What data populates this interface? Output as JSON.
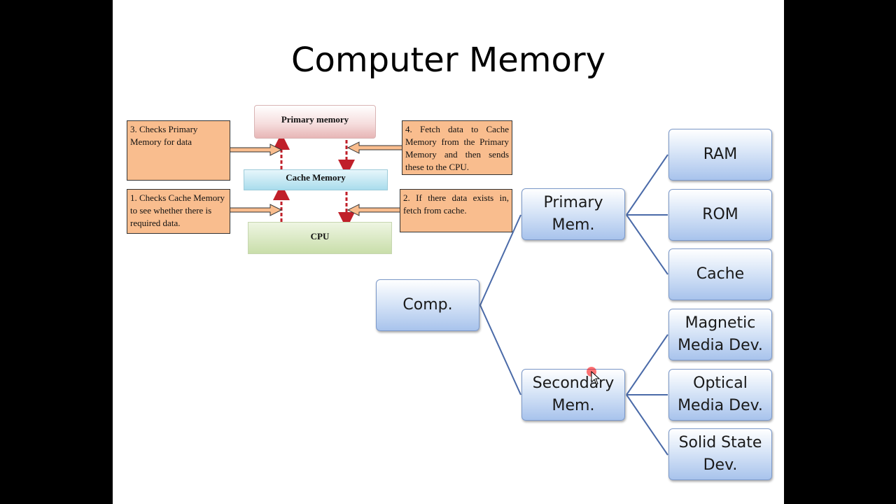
{
  "slide": {
    "title": "Computer Memory"
  },
  "memory_flow": {
    "primary_memory": "Primary memory",
    "cache_memory": "Cache Memory",
    "cpu": "CPU",
    "step3": "3. Checks Primary Memory for data",
    "step1": "1. Checks Cache Memory to see whether there is required data.",
    "step4": "4. Fetch data to Cache Memory from the Primary Memory and then sends these to the CPU.",
    "step2": "2. If there data exists in, fetch from cache."
  },
  "tree": {
    "root": "Comp.",
    "primary": "Primary Mem.",
    "secondary": "Secondary Mem.",
    "ram": "RAM",
    "rom": "ROM",
    "cache": "Cache",
    "magnetic": "Magnetic Media Dev.",
    "optical": "Optical Media Dev.",
    "solid_state": "Solid State Dev."
  },
  "colors": {
    "annotation_fill": "#f9bd8e",
    "node_border": "#7c99c9",
    "connector": "#4a6aa8",
    "dashed_arrow": "#c0202a",
    "slide_bg": "#ffffff",
    "frame_bg": "#000000"
  }
}
